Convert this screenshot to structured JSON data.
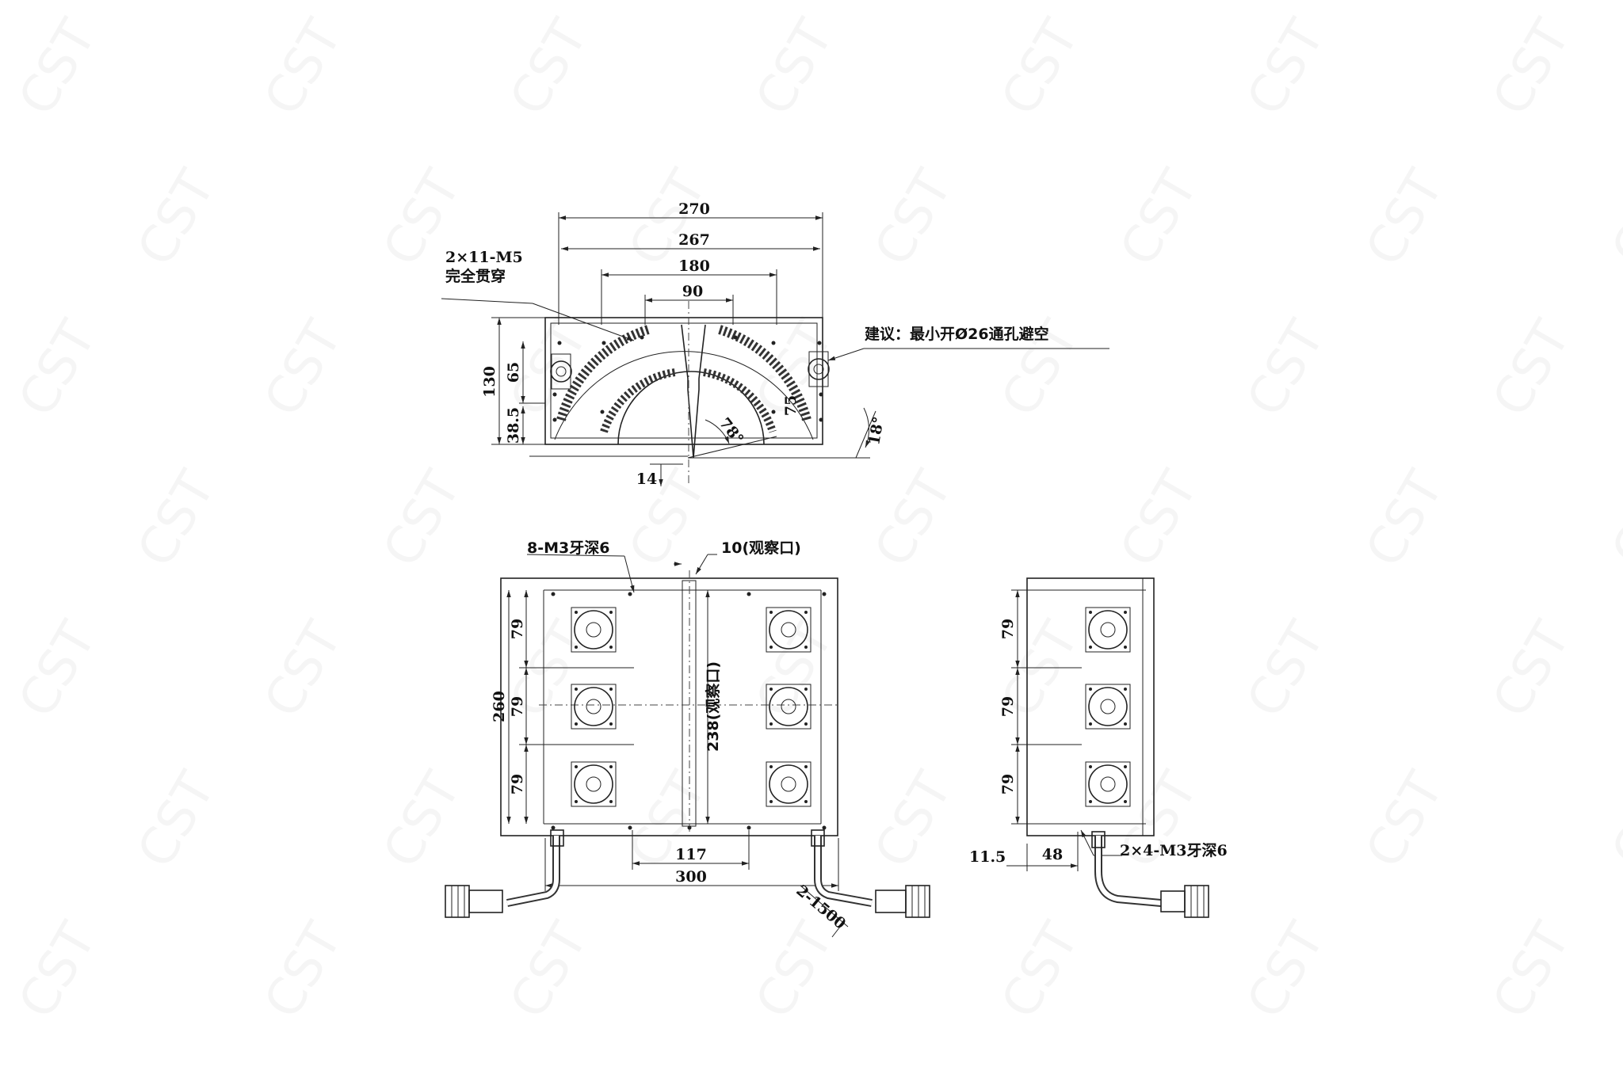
{
  "watermark": "CST",
  "front_view": {
    "dims": {
      "width_270": "270",
      "width_267": "267",
      "width_180": "180",
      "width_90": "90",
      "height_130": "130",
      "height_65": "65",
      "height_38_5": "38.5",
      "radius_75": "75",
      "gap_14": "14",
      "angle_78": "78°",
      "angle_18": "18°"
    },
    "note_holes_line1": "2×11-M5",
    "note_holes_line2": "完全贯穿",
    "note_clearance": "建议：最小开Ø26通孔避空"
  },
  "top_view": {
    "note_threads": "8-M3牙深6",
    "note_window": "10(观察口)",
    "dims": {
      "height_260": "260",
      "pitch_a": "79",
      "pitch_b": "79",
      "pitch_c": "79",
      "window_len": "238(观察口)",
      "base_117": "117",
      "base_300": "300",
      "cable": "2-1500"
    }
  },
  "side_view": {
    "dims": {
      "pitch_a": "79",
      "pitch_b": "79",
      "pitch_c": "79",
      "offset_11_5": "11.5",
      "width_48": "48"
    },
    "note_threads": "2×4-M3牙深6"
  }
}
